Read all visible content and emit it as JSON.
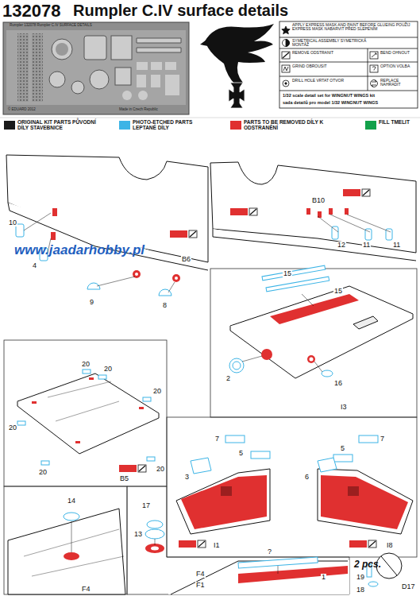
{
  "diagram": {
    "title": "Rumpler C.IV surface details",
    "labels": [
      "132078",
      "Rumpler 132078 Rumpler C.IV SURFACE DETAILS",
      "© EDUARD 2012",
      "Made in Czech Republic",
      "1/32 scale detail set for WINGNUT WINGS kit",
      "sada detailů pro model 1/32 WINGNUT WINGS",
      "www.jaadarhobby.pl",
      "10",
      "4",
      "9",
      "8",
      "B6",
      "B10",
      "12",
      "11",
      "11",
      "15",
      "15",
      "2",
      "16",
      "I3",
      "20",
      "20",
      "20",
      "20",
      "20",
      "20",
      "B5",
      "7",
      "5",
      "3",
      "6",
      "I1",
      "?",
      "7",
      "5",
      "I8",
      "14",
      "F4",
      "17",
      "13",
      "F4",
      "F1",
      "1",
      "2 pcs.",
      "19",
      "18",
      "D17"
    ],
    "legend": [
      {
        "text": "ORIGINAL KIT PARTS PŮVODNÍ DÍLY STAVEBNICE",
        "color": "#1a1a1a"
      },
      {
        "text": "PHOTO-ETCHED PARTS LEPTANÉ DÍLY",
        "color": "#3cb4e6"
      },
      {
        "text": "PARTS TO BE REMOVED DÍLY K ODSTRANĚNÍ",
        "color": "#e03030"
      },
      {
        "text": "FILL TMELIT",
        "color": "#13a14a"
      },
      {
        "text": "APPLY EXPRESS MASK AND PAINT BEFORE GLUEING POUŽIJ EXPRESS MASK NABARVIT PŘED SLEPENÍM"
      },
      {
        "text": "SYMETRICAL ASSEMBLY SYMETRICKÁ MONTÁŽ"
      },
      {
        "text": "REMOVE ODSTRANIT"
      },
      {
        "text": "BEND OHNOUT"
      },
      {
        "text": "GRIND OBROUSIT"
      },
      {
        "text": "OPTION VOLBA"
      },
      {
        "text": "DRILL HOLE VRTAT OTVOR"
      },
      {
        "text": "REPLACE NAHRADIT"
      }
    ]
  }
}
